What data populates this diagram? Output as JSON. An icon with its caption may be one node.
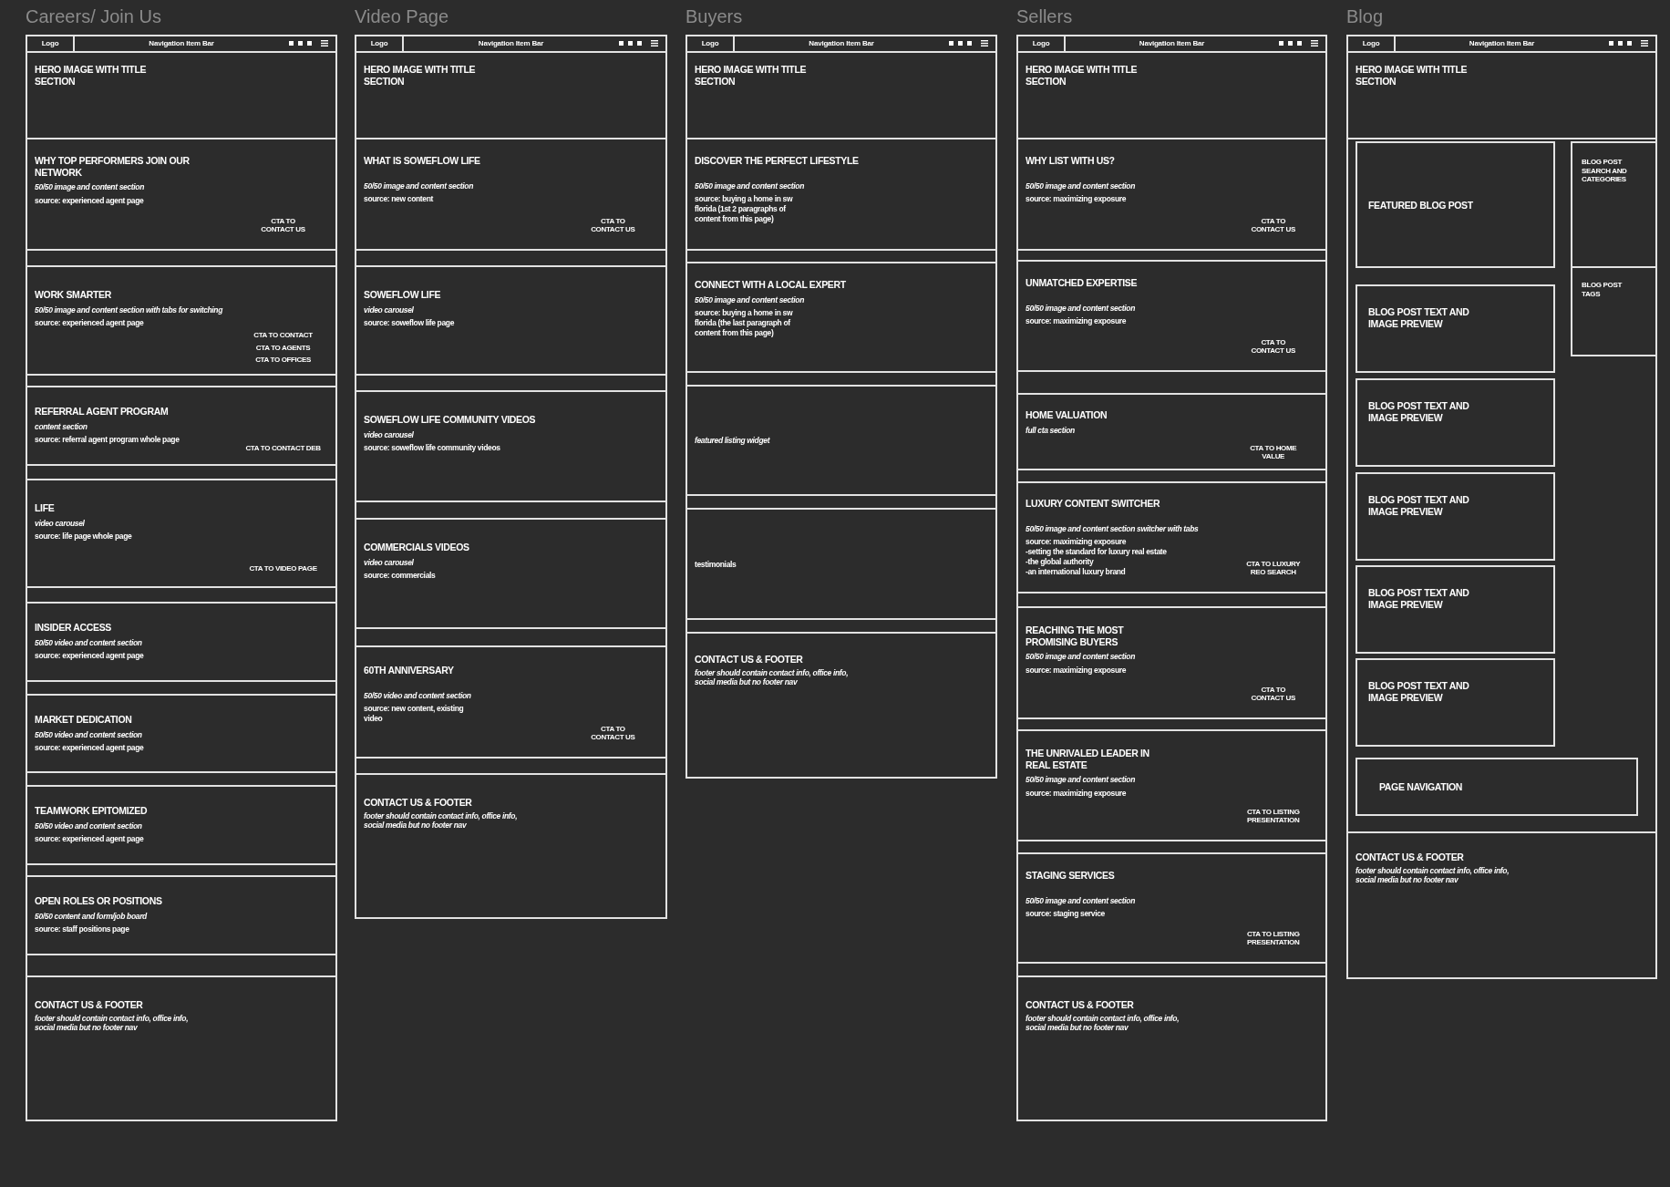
{
  "diagram": {
    "nodes": [
      {
        "text": [
          "Careers/ Join Us"
        ]
      },
      {
        "text": [
          "Logo",
          "Navigation Item Bar"
        ],
        "in": 0
      },
      {
        "text": [
          "HERO IMAGE WITH TITLE SECTION"
        ],
        "in": 0
      },
      {
        "text": [
          "WHY TOP PERFORMERS JOIN OUR NETWORK",
          "50/50 image and content section",
          "source: experienced agent page",
          "CTA TO CONTACT US"
        ],
        "in": 0
      },
      {
        "text": [
          "WORK SMARTER",
          "50/50 image and content section with tabs for switching",
          "source: experienced agent page",
          "CTA TO CONTACT",
          "CTA TO AGENTS",
          "CTA TO OFFICES"
        ],
        "in": 0
      },
      {
        "text": [
          "REFERRAL AGENT PROGRAM",
          "content section",
          "source: referral agent program whole page",
          "CTA TO CONTACT DEB"
        ],
        "in": 0
      },
      {
        "text": [
          "LIFE",
          "video carousel",
          "source: life page whole page",
          "CTA TO VIDEO PAGE"
        ],
        "in": 0
      },
      {
        "text": [
          "INSIDER ACCESS",
          "50/50 video and content section",
          "source: experienced agent page"
        ],
        "in": 0
      },
      {
        "text": [
          "MARKET DEDICATION",
          "50/50 video and content section",
          "source: experienced agent page"
        ],
        "in": 0
      },
      {
        "text": [
          "TEAMWORK EPITOMIZED",
          "50/50 video and content section",
          "source: experienced agent page"
        ],
        "in": 0
      },
      {
        "text": [
          "OPEN ROLES OR POSITIONS",
          "50/50 content and form/job board",
          "source: staff positions page"
        ],
        "in": 0
      },
      {
        "text": [
          "CONTACT US & FOOTER",
          "footer should contain contact info, office info, social media but no footer nav"
        ],
        "in": 0
      },
      {
        "text": [
          "Video Page"
        ]
      },
      {
        "text": [
          "Logo",
          "Navigation Item Bar"
        ],
        "in": 12
      },
      {
        "text": [
          "HERO IMAGE WITH TITLE SECTION"
        ],
        "in": 12
      },
      {
        "text": [
          "WHAT IS SOWEFLOW LIFE",
          "50/50 image and content section",
          "source: new content",
          "CTA TO CONTACT US"
        ],
        "in": 12
      },
      {
        "text": [
          "SOWEFLOW LIFE",
          "video carousel",
          "source: soweflow life page"
        ],
        "in": 12
      },
      {
        "text": [
          "SOWEFLOW LIFE COMMUNITY VIDEOS",
          "video carousel",
          "source: soweflow life community videos"
        ],
        "in": 12
      },
      {
        "text": [
          "COMMERCIALS VIDEOS",
          "video carousel",
          "source: commercials"
        ],
        "in": 12
      },
      {
        "text": [
          "60TH ANNIVERSARY",
          "50/50 video and content section",
          "source: new content, existing video",
          "CTA TO CONTACT US"
        ],
        "in": 12
      },
      {
        "text": [
          "CONTACT US & FOOTER",
          "footer should contain contact info, office info, social media but no footer nav"
        ],
        "in": 12
      },
      {
        "text": [
          "Buyers"
        ]
      },
      {
        "text": [
          "Logo",
          "Navigation Item Bar"
        ],
        "in": 21
      },
      {
        "text": [
          "HERO IMAGE WITH TITLE SECTION"
        ],
        "in": 21
      },
      {
        "text": [
          "DISCOVER THE PERFECT LIFESTYLE",
          "50/50 image and content section",
          "source: buying a home in sw florida (1st 2 paragraphs of content from this page)"
        ],
        "in": 21
      },
      {
        "text": [
          "CONNECT WITH A LOCAL EXPERT",
          "50/50 image and content section",
          "source: buying a home in sw florida (the last paragraph of content from this page)"
        ],
        "in": 21
      },
      {
        "text": [
          "featured listing widget"
        ],
        "in": 21
      },
      {
        "text": [
          "testimonials"
        ],
        "in": 21
      },
      {
        "text": [
          "CONTACT US & FOOTER",
          "footer should contain contact info, office info, social media but no footer nav"
        ],
        "in": 21
      },
      {
        "text": [
          "Sellers"
        ]
      },
      {
        "text": [
          "Logo",
          "Navigation Item Bar"
        ],
        "in": 29
      },
      {
        "text": [
          "HERO IMAGE WITH TITLE SECTION"
        ],
        "in": 29
      },
      {
        "text": [
          "WHY LIST WITH US?",
          "50/50 image and content section",
          "source: maximizing exposure",
          "CTA TO CONTACT US"
        ],
        "in": 29
      },
      {
        "text": [
          "UNMATCHED EXPERTISE",
          "50/50 image and content section",
          "source: maximizing exposure",
          "CTA TO CONTACT US"
        ],
        "in": 29
      },
      {
        "text": [
          "HOME VALUATION",
          "full cta section",
          "CTA TO HOME VALUE"
        ],
        "in": 29
      },
      {
        "text": [
          "LUXURY CONTENT SWITCHER",
          "50/50 image and content section switcher with tabs",
          "source: maximizing exposure",
          "-setting the standard for luxury real estate",
          "-the global authority",
          "-an international luxury brand",
          "CTA TO LUXURY REO SEARCH"
        ],
        "in": 29
      },
      {
        "text": [
          "REACHING THE MOST PROMISING BUYERS",
          "50/50 image and content section",
          "source: maximizing exposure",
          "CTA TO CONTACT US"
        ],
        "in": 29
      },
      {
        "text": [
          "THE UNRIVALED LEADER IN REAL ESTATE",
          "50/50 image and content section",
          "source: maximizing exposure",
          "CTA TO LISTING PRESENTATION"
        ],
        "in": 29
      },
      {
        "text": [
          "STAGING SERVICES",
          "50/50 image and content section",
          "source: staging service",
          "CTA TO LISTING PRESENTATION"
        ],
        "in": 29
      },
      {
        "text": [
          "CONTACT US & FOOTER",
          "footer should contain contact info, office info, social media but no footer nav"
        ],
        "in": 29
      },
      {
        "text": [
          "Blog"
        ]
      },
      {
        "text": [
          "Logo",
          "Navigation Item Bar"
        ],
        "in": 40
      },
      {
        "text": [
          "HERO IMAGE WITH TITLE SECTION"
        ],
        "in": 40
      },
      {
        "text": [
          "FEATURED BLOG POST"
        ],
        "in": 40
      },
      {
        "text": [
          "BLOG POST SEARCH AND CATEGORIES"
        ],
        "in": 40
      },
      {
        "text": [
          "BLOG POST TAGS"
        ],
        "in": 40
      },
      {
        "text": [
          "BLOG POST TEXT AND IMAGE PREVIEW"
        ],
        "in": 40
      },
      {
        "text": [
          "BLOG POST TEXT AND IMAGE PREVIEW"
        ],
        "in": 40
      },
      {
        "text": [
          "BLOG POST TEXT AND IMAGE PREVIEW"
        ],
        "in": 40
      },
      {
        "text": [
          "BLOG POST TEXT AND IMAGE PREVIEW"
        ],
        "in": 40
      },
      {
        "text": [
          "BLOG POST TEXT AND IMAGE PREVIEW"
        ],
        "in": 40
      },
      {
        "text": [
          "PAGE NAVIGATION"
        ],
        "in": 40
      },
      {
        "text": [
          "CONTACT US & FOOTER",
          "footer should contain contact info, office info, social media but no footer nav"
        ],
        "in": 40
      }
    ]
  }
}
